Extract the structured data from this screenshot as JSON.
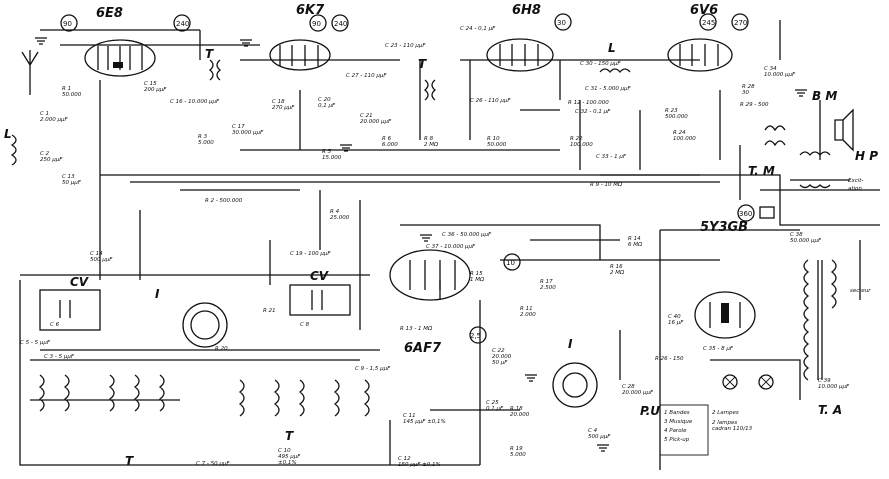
{
  "tubes": {
    "t1": {
      "name": "6E8",
      "v1": "90",
      "v2": "240"
    },
    "t2": {
      "name": "6K7",
      "v1": "90",
      "v2": "240"
    },
    "t3": {
      "name": "6H8",
      "v1": "30"
    },
    "t4": {
      "name": "6V6",
      "v1": "245",
      "v2": "270"
    },
    "t5": {
      "name": "6AF7",
      "v1": "10",
      "v2": "2,5"
    },
    "t6": {
      "name": "5Y3GB",
      "v1": "360"
    }
  },
  "labels": {
    "L1": "L",
    "T3": "T",
    "T4": "T",
    "L3": "L",
    "BM": "B M",
    "HP": "H P",
    "TM": "T. M",
    "excit": "Excit-",
    "excit2": "ation",
    "I1": "I",
    "CV1": "CV",
    "CV2": "CV",
    "T1": "T",
    "T2": "T",
    "I2": "I",
    "TA": "T. A",
    "PU": "P.U",
    "secteur": "secteur"
  },
  "components": {
    "C1": "C 1\n2.000 µµF",
    "C2": "C 2\n250 µµF",
    "C13": "C 13\n50 µµF",
    "C15": "C 15\n200 µµF",
    "C16": "C 16 - 10.000 µµF",
    "R3": "R 3\n5.000",
    "C17": "C 17\n30.000 µµF",
    "C18": "C 18\n270 µµF",
    "C20": "C 20\n0,1 µF",
    "R5": "R 5\n15.000",
    "C21": "C 21\n20.000 µµF",
    "R6": "R 6\n6.000",
    "R8": "R 8\n2 MΩ",
    "R10": "R 10\n50.000",
    "C23": "C 23 - 110 µµF",
    "C24": "C 24 - 0,1 µF",
    "C27": "C 27 - 110 µµF",
    "C26": "C 26 - 110 µµF",
    "C30": "C 30 - 150 µµF",
    "C31": "C 31 - 5.000 µµF",
    "R12": "R 12 - 100.000",
    "C32": "C 32 - 0,1 µF",
    "R22": "R 22\n100.000",
    "C33": "C 33 - 1 µF",
    "R23": "R 23\n500.000",
    "R24": "R 24\n100.000",
    "R28": "R 28\n30",
    "R29": "R 29 - 500",
    "C34": "C 34\n10.000 µµF",
    "R2": "R 2 - 500.000",
    "R4": "R 4\n25.000",
    "R9": "R 9 - 10 MΩ",
    "C14": "C 14\n500 µµF",
    "C19": "C 19 - 100 µµF",
    "C36": "C 36 - 50.000 µµF",
    "C37": "C 37 - 10.000 µµF",
    "R15": "R 15\n1 MΩ",
    "R13": "R 13 - 1 MΩ",
    "R14": "R 14\n6 MΩ",
    "R16": "R 16\n2 MΩ",
    "R17": "R 17\n2.500",
    "R11": "R 11\n2.000",
    "C22": "C 22\n20.000\n50 µF",
    "C25": "C 25\n0,1 µF",
    "R18": "R 18\n20.000",
    "R19": "R 19\n5.000",
    "C4": "C 4\n500 µµF",
    "C5": "C 5 - 5 µµF",
    "C3": "C 3 - 5 µµF",
    "C6": "C 6",
    "C7": "C 7 - 50 µµF",
    "C8": "C 8",
    "C9": "C 9 - 1,5 µµF",
    "C10": "C 10\n495 µµF\n±0,1%",
    "C11": "C 11\n145 µµF ±0,1%",
    "C12": "C 12\n150 µµF ±0,1%",
    "R1": "R 1\n50.000",
    "C35": "C 35 - 8 µF",
    "C38": "C 38\n50.000 µµF",
    "C39": "C 39\n10.000 µµF",
    "C40": "C 40\n16 µF",
    "R26": "R 26 - 150",
    "C28": "C 28\n20.000 µµF",
    "R20": "R 20",
    "R21": "R 21"
  },
  "switch_table": {
    "rows": [
      "1 Bandes",
      "2 Lampes",
      "3 Musique",
      "4 Parole",
      "5 Pick-up"
    ],
    "caption": "2 lampes\ncadran 110/13"
  }
}
